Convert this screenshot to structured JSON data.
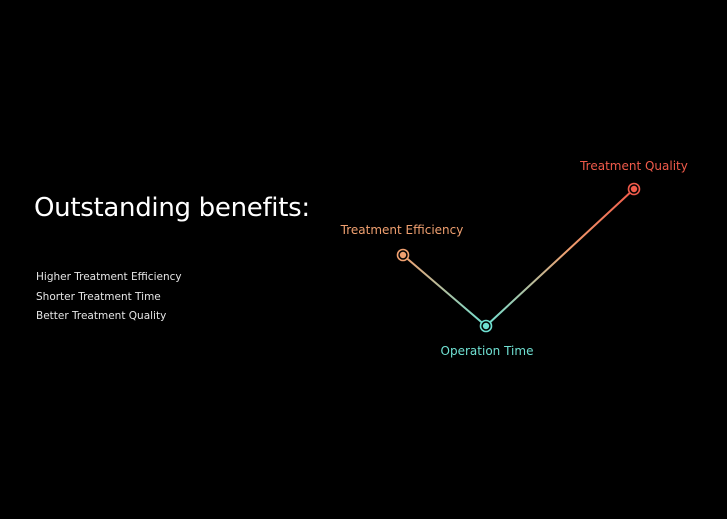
{
  "headline": "Outstanding benefits:",
  "benefits": [
    "Higher Treatment Efficiency",
    "Shorter Treatment Time",
    "Better Treatment Quality"
  ],
  "diagram": {
    "nodes": [
      {
        "label": "Treatment Efficiency",
        "color": "#f0a070"
      },
      {
        "label": "Operation Time",
        "color": "#6fe0d2"
      },
      {
        "label": "Treatment Quality",
        "color": "#f05a4a"
      }
    ]
  }
}
